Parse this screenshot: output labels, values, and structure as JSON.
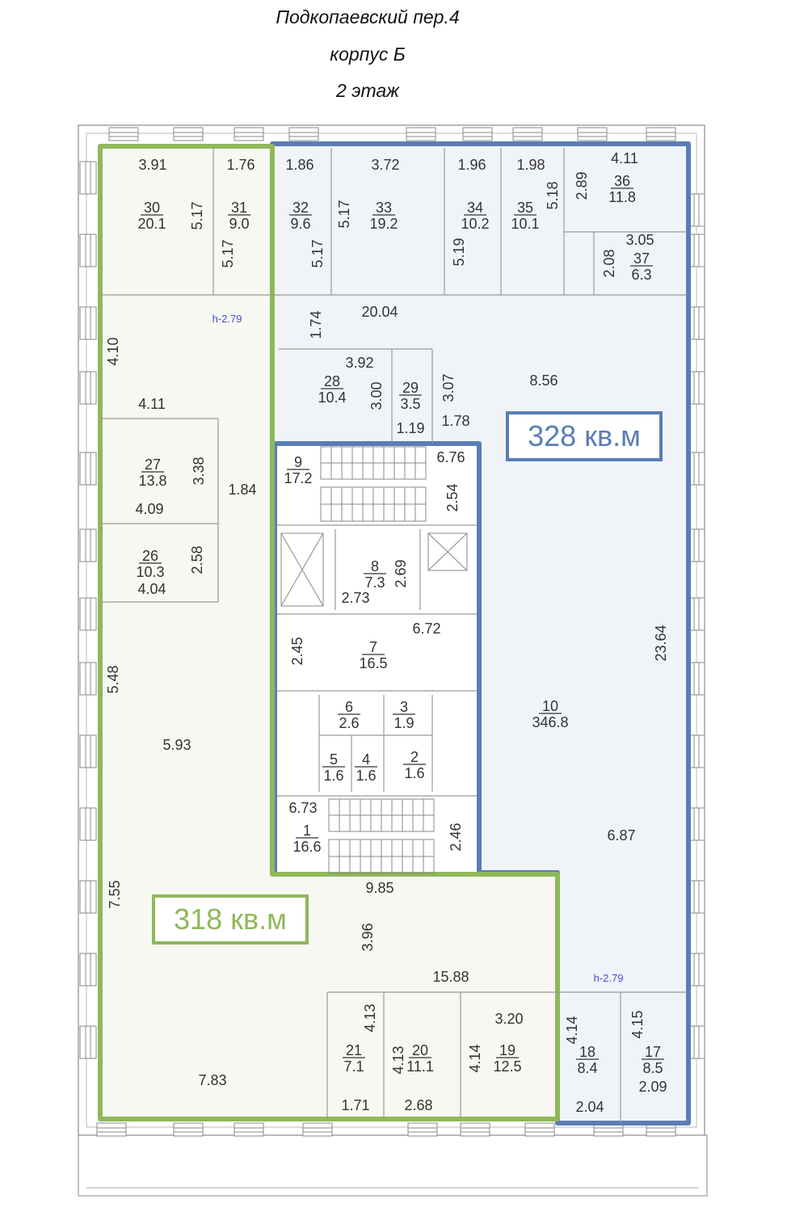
{
  "header": {
    "address": "Подкопаевский пер.4",
    "building": "корпус Б",
    "floor": "2 этаж"
  },
  "zones": {
    "green": {
      "label": "318 кв.м",
      "color": "#8fb85a",
      "fill": "#f6f8f1"
    },
    "blue": {
      "label": "328 кв.м",
      "color": "#5a7db5",
      "fill": "#f0f4f9"
    }
  },
  "rooms": [
    {
      "num": "30",
      "area": "20.1"
    },
    {
      "num": "31",
      "area": "9.0"
    },
    {
      "num": "32",
      "area": "9.6"
    },
    {
      "num": "33",
      "area": "19.2"
    },
    {
      "num": "34",
      "area": "10.2"
    },
    {
      "num": "35",
      "area": "10.1"
    },
    {
      "num": "36",
      "area": "11.8"
    },
    {
      "num": "37",
      "area": "6.3"
    },
    {
      "num": "28",
      "area": "10.4"
    },
    {
      "num": "29",
      "area": "3.5"
    },
    {
      "num": "27",
      "area": "13.8"
    },
    {
      "num": "26",
      "area": "10.3"
    },
    {
      "num": "9",
      "area": "17.2"
    },
    {
      "num": "8",
      "area": "7.3"
    },
    {
      "num": "7",
      "area": "16.5"
    },
    {
      "num": "6",
      "area": "2.6"
    },
    {
      "num": "3",
      "area": "1.9"
    },
    {
      "num": "5",
      "area": "1.6"
    },
    {
      "num": "4",
      "area": "1.6"
    },
    {
      "num": "2",
      "area": "1.6"
    },
    {
      "num": "1",
      "area": "16.6"
    },
    {
      "num": "10",
      "area": "346.8"
    },
    {
      "num": "21",
      "area": "7.1"
    },
    {
      "num": "20",
      "area": "11.1"
    },
    {
      "num": "19",
      "area": "12.5"
    },
    {
      "num": "18",
      "area": "8.4"
    },
    {
      "num": "17",
      "area": "8.5"
    }
  ],
  "dimensions": [
    "3.91",
    "1.76",
    "1.86",
    "3.72",
    "1.96",
    "1.98",
    "4.11",
    "5.17",
    "5.17",
    "5.17",
    "5.17",
    "5.19",
    "5.18",
    "2.89",
    "3.05",
    "2.08",
    "20.04",
    "1.74",
    "4.10",
    "3.92",
    "3.00",
    "3.07",
    "8.56",
    "1.19",
    "1.78",
    "4.11",
    "3.38",
    "1.84",
    "4.09",
    "2.58",
    "4.04",
    "6.76",
    "2.54",
    "2.69",
    "2.73",
    "6.72",
    "2.45",
    "6.73",
    "2.46",
    "23.64",
    "5.48",
    "5.93",
    "6.87",
    "9.85",
    "7.55",
    "3.96",
    "15.88",
    "3.20",
    "4.13",
    "4.13",
    "4.14",
    "4.14",
    "4.15",
    "7.83",
    "1.71",
    "2.68",
    "2.09",
    "2.04"
  ],
  "heights": [
    "h-2.79",
    "h-2.79"
  ]
}
